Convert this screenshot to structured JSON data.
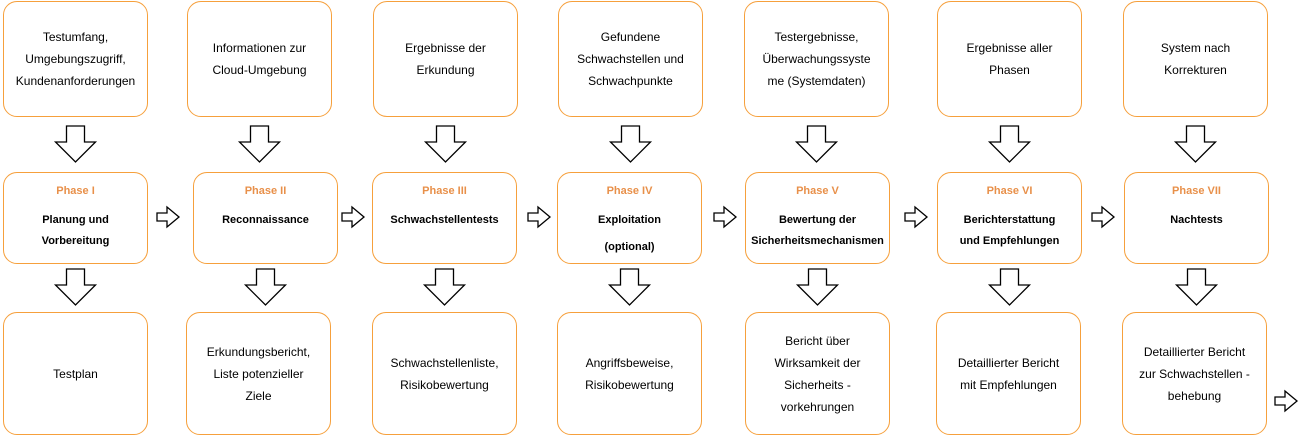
{
  "inputs": [
    [
      "Testumfang,",
      "Umgebungszugriff,",
      "Kundenanforderungen"
    ],
    [
      "Informationen zur",
      "Cloud-Umgebung"
    ],
    [
      "Ergebnisse der",
      "Erkundung"
    ],
    [
      "Gefundene",
      "Schwachstellen und",
      "Schwachpunkte"
    ],
    [
      "Testergebnisse,",
      "Überwachungssyste",
      "me (Systemdaten)"
    ],
    [
      "Ergebnisse aller",
      "Phasen"
    ],
    [
      "System nach",
      "Korrekturen"
    ]
  ],
  "phases": [
    {
      "label": "Phase I",
      "title": [
        "Planung und",
        "Vorbereitung"
      ]
    },
    {
      "label": "Phase II",
      "title": [
        "Reconnaissance"
      ]
    },
    {
      "label": "Phase III",
      "title": [
        "Schwachstellentests"
      ]
    },
    {
      "label": "Phase IV",
      "title": [
        "Exploitation"
      ],
      "sub": "(optional)"
    },
    {
      "label": "Phase V",
      "title": [
        "Bewertung der",
        "Sicherheitsmechanismen"
      ]
    },
    {
      "label": "Phase VI",
      "title": [
        "Berichterstattung",
        "und Empfehlungen"
      ]
    },
    {
      "label": "Phase VII",
      "title": [
        "Nachtests"
      ]
    }
  ],
  "outputs": [
    [
      "Testplan"
    ],
    [
      "Erkundungsbericht,",
      "Liste potenzieller",
      "Ziele"
    ],
    [
      "Schwachstellenliste,",
      "Risikobewertung"
    ],
    [
      "Angriffsbeweise,",
      "Risikobewertung"
    ],
    [
      "Bericht über",
      "Wirksamkeit der",
      "Sicherheits -",
      "vorkehrungen"
    ],
    [
      "Detaillierter Bericht",
      "mit Empfehlungen"
    ],
    [
      "Detaillierter Bericht",
      "zur Schwachstellen -",
      "behebung"
    ]
  ],
  "colors": {
    "border": "#f6a03c",
    "phase_label": "#e8904a",
    "arrow": "#000000"
  }
}
